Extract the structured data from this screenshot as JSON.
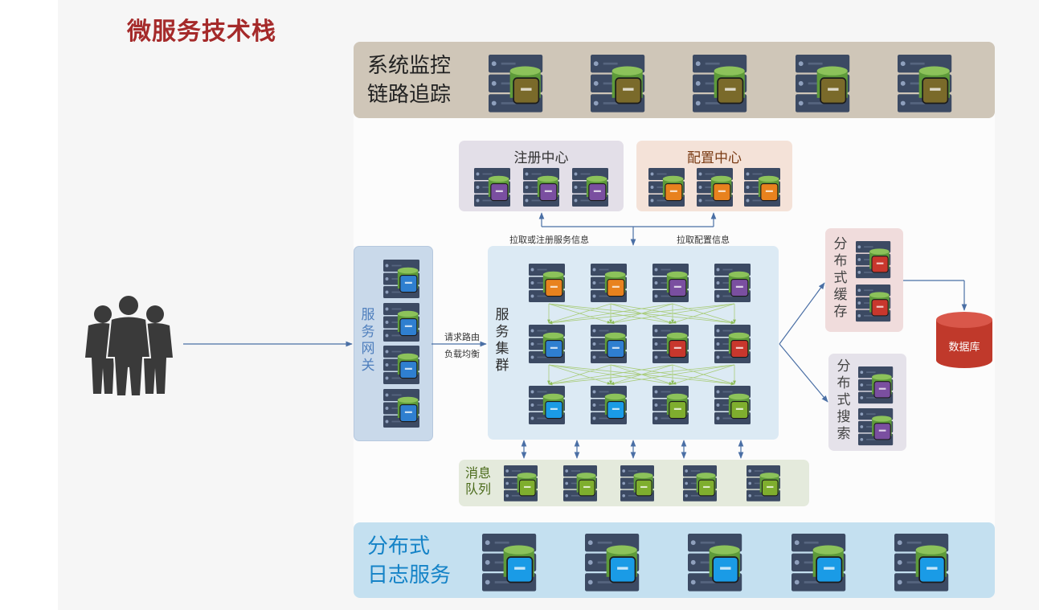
{
  "title": "微服务技术栈",
  "monitor": {
    "label_line1": "系统监控",
    "label_line2": "链路追踪"
  },
  "log_service": {
    "label_line1": "分布式",
    "label_line2": "日志服务"
  },
  "registry": {
    "title": "注册中心"
  },
  "config_center": {
    "title": "配置中心"
  },
  "gateway": {
    "label": [
      "服",
      "务",
      "网",
      "关"
    ]
  },
  "cluster": {
    "label": [
      "服",
      "务",
      "集",
      "群"
    ]
  },
  "mq": {
    "label_line1": "消息",
    "label_line2": "队列"
  },
  "cache": {
    "label": [
      "分",
      "布",
      "式",
      "缓",
      "存"
    ]
  },
  "search": {
    "label": [
      "分",
      "布",
      "式",
      "搜",
      "索"
    ]
  },
  "database": {
    "label": "数据库"
  },
  "edges": {
    "pull_register": "拉取或注册服务信息",
    "pull_config": "拉取配置信息",
    "routing": "请求路由",
    "load_balance": "负载均衡"
  },
  "colors": {
    "title": "#a52a2a",
    "monitor_accent": "#7a6a2a",
    "registry_accent": "#7a4fa0",
    "config_accent": "#e8821e",
    "gateway_accent": "#2f7fd0",
    "cache_accent": "#c8372d",
    "search_accent": "#7a4fa0",
    "mq_accent": "#7fae2e",
    "log_accent": "#1a9be6",
    "database": "#c0392b"
  }
}
